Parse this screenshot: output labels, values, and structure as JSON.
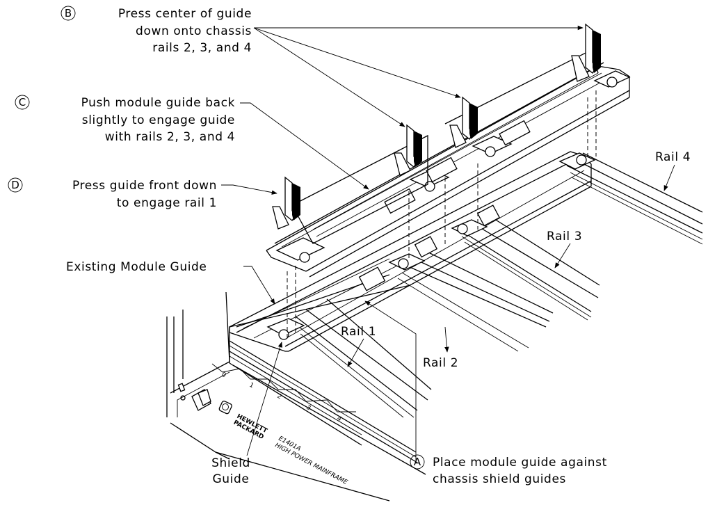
{
  "steps": [
    {
      "letter": "B",
      "lines": [
        "Press center of guide",
        "down onto chassis",
        "rails 2, 3, and 4"
      ]
    },
    {
      "letter": "C",
      "lines": [
        "Push module guide back",
        "slightly to engage guide",
        "with rails 2, 3, and 4"
      ]
    },
    {
      "letter": "D",
      "lines": [
        "Press guide front down",
        "to engage rail 1"
      ]
    },
    {
      "letter": "A",
      "lines": [
        "Place module guide against",
        "chassis shield guides"
      ]
    }
  ],
  "labels": {
    "existing_guide": "Existing Module Guide",
    "rail_1": "Rail 1",
    "rail_2": "Rail 2",
    "rail_3": "Rail 3",
    "rail_4": "Rail 4",
    "shield_guide": [
      "Shield",
      "Guide"
    ]
  },
  "panel": {
    "brand_line1": "HEWLETT",
    "brand_line2": "PACKARD",
    "model": "E1401A",
    "model_desc": "HIGH POWER MAINFRAME",
    "slots": [
      "0",
      "1",
      "2",
      "3",
      "4"
    ]
  }
}
